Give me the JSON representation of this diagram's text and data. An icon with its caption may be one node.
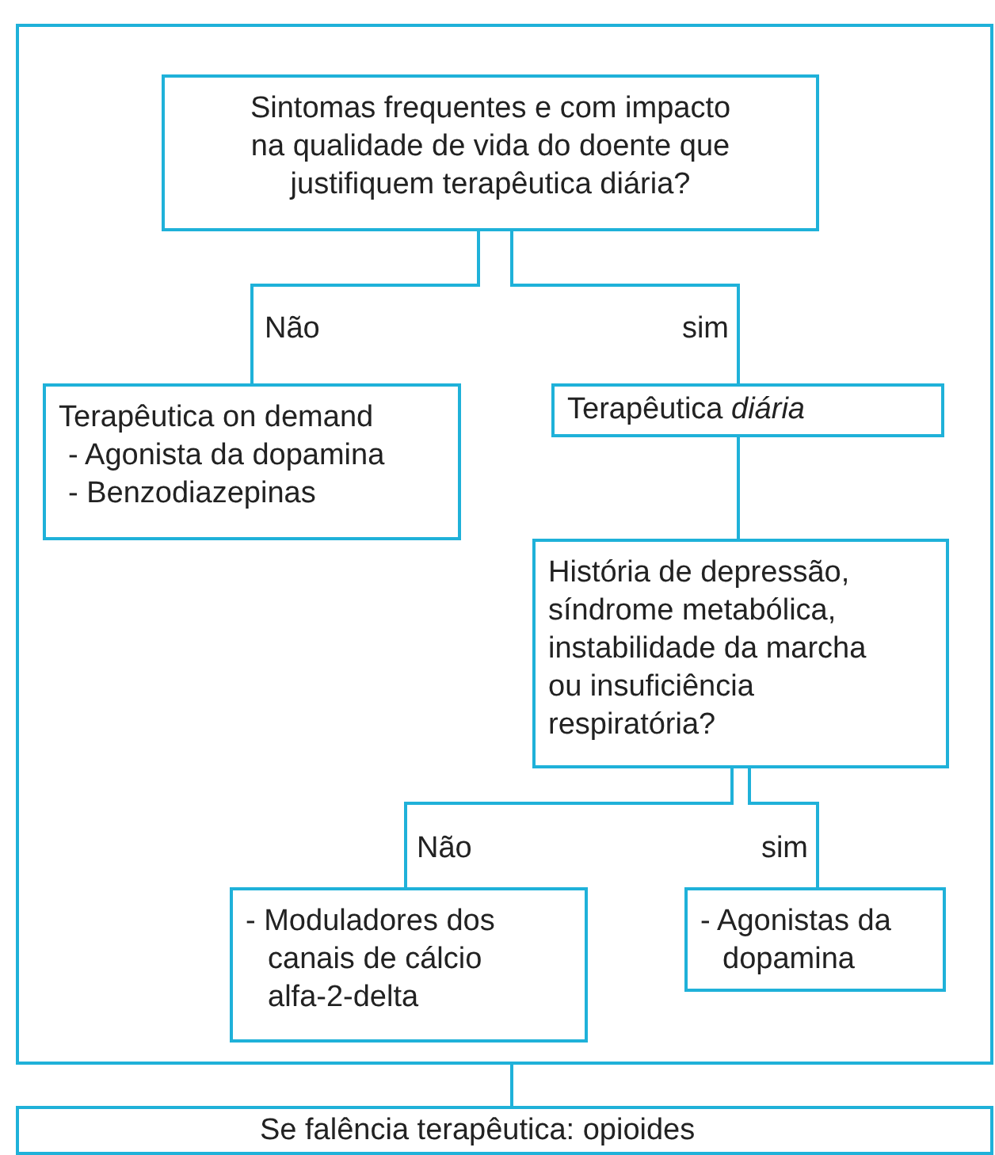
{
  "diagram": {
    "nodes": [
      {
        "text": [],
        "shape": "box"
      },
      {
        "text": [
          "Sintomas frequentes e com impacto na qualidade de vida do doente que justifiquem terapêutica diária?"
        ],
        "in": 0
      },
      {
        "text": [
          "Terapêutica on demand",
          "- Agonista da dopamina",
          "- Benzodiazepinas"
        ],
        "in": 0
      },
      {
        "text": [
          "Terapêutica *diária*"
        ],
        "in": 0
      },
      {
        "text": [
          "História de depressão, síndrome metabólica, instabilidade da marcha ou insuficiência respiratória?"
        ],
        "in": 0
      },
      {
        "text": [
          "- Moduladores dos canais de cálcio alfa-2-delta"
        ],
        "in": 0
      },
      {
        "text": [
          "- Agonistas da dopamina"
        ],
        "in": 0
      },
      {
        "text": [
          "Se falência terapêutica: opioides"
        ]
      }
    ],
    "edges": [
      {
        "from": 1,
        "to": 2,
        "arrow": "none",
        "label": "Não"
      },
      {
        "from": 1,
        "to": 3,
        "arrow": "none",
        "label": "sim"
      },
      {
        "from": 3,
        "to": 4,
        "arrow": "none"
      },
      {
        "from": 4,
        "to": 5,
        "arrow": "none",
        "label": "Não"
      },
      {
        "from": 4,
        "to": 6,
        "arrow": "none",
        "label": "sim"
      },
      {
        "from": 0,
        "to": 7,
        "arrow": "none"
      }
    ]
  }
}
